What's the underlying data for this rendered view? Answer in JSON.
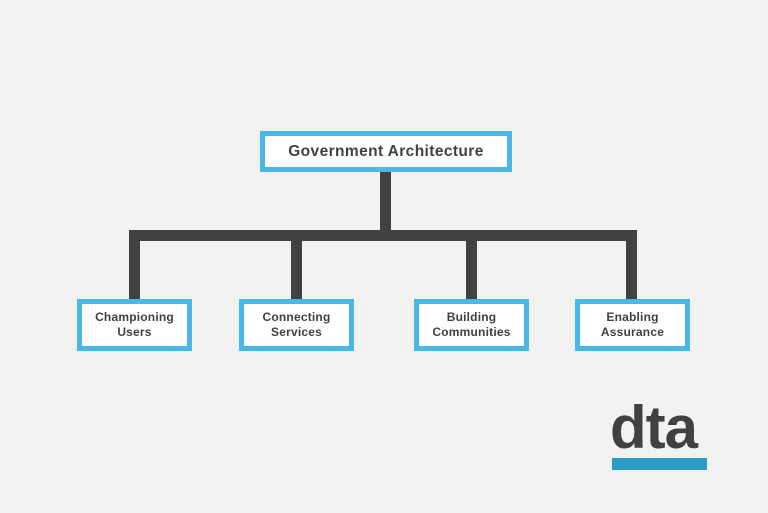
{
  "diagram": {
    "root": {
      "label": "Government Architecture"
    },
    "children": [
      {
        "label": "Championing Users"
      },
      {
        "label": "Connecting Services"
      },
      {
        "label": "Building Communities"
      },
      {
        "label": "Enabling Assurance"
      }
    ]
  },
  "logo": {
    "text": "dta"
  },
  "colors": {
    "background": "#f2f2f0",
    "box_border": "#47b8e8",
    "box_fill": "#ffffff",
    "connector": "#414042",
    "text": "#414042",
    "logo_underline": "#2a9cc6"
  }
}
